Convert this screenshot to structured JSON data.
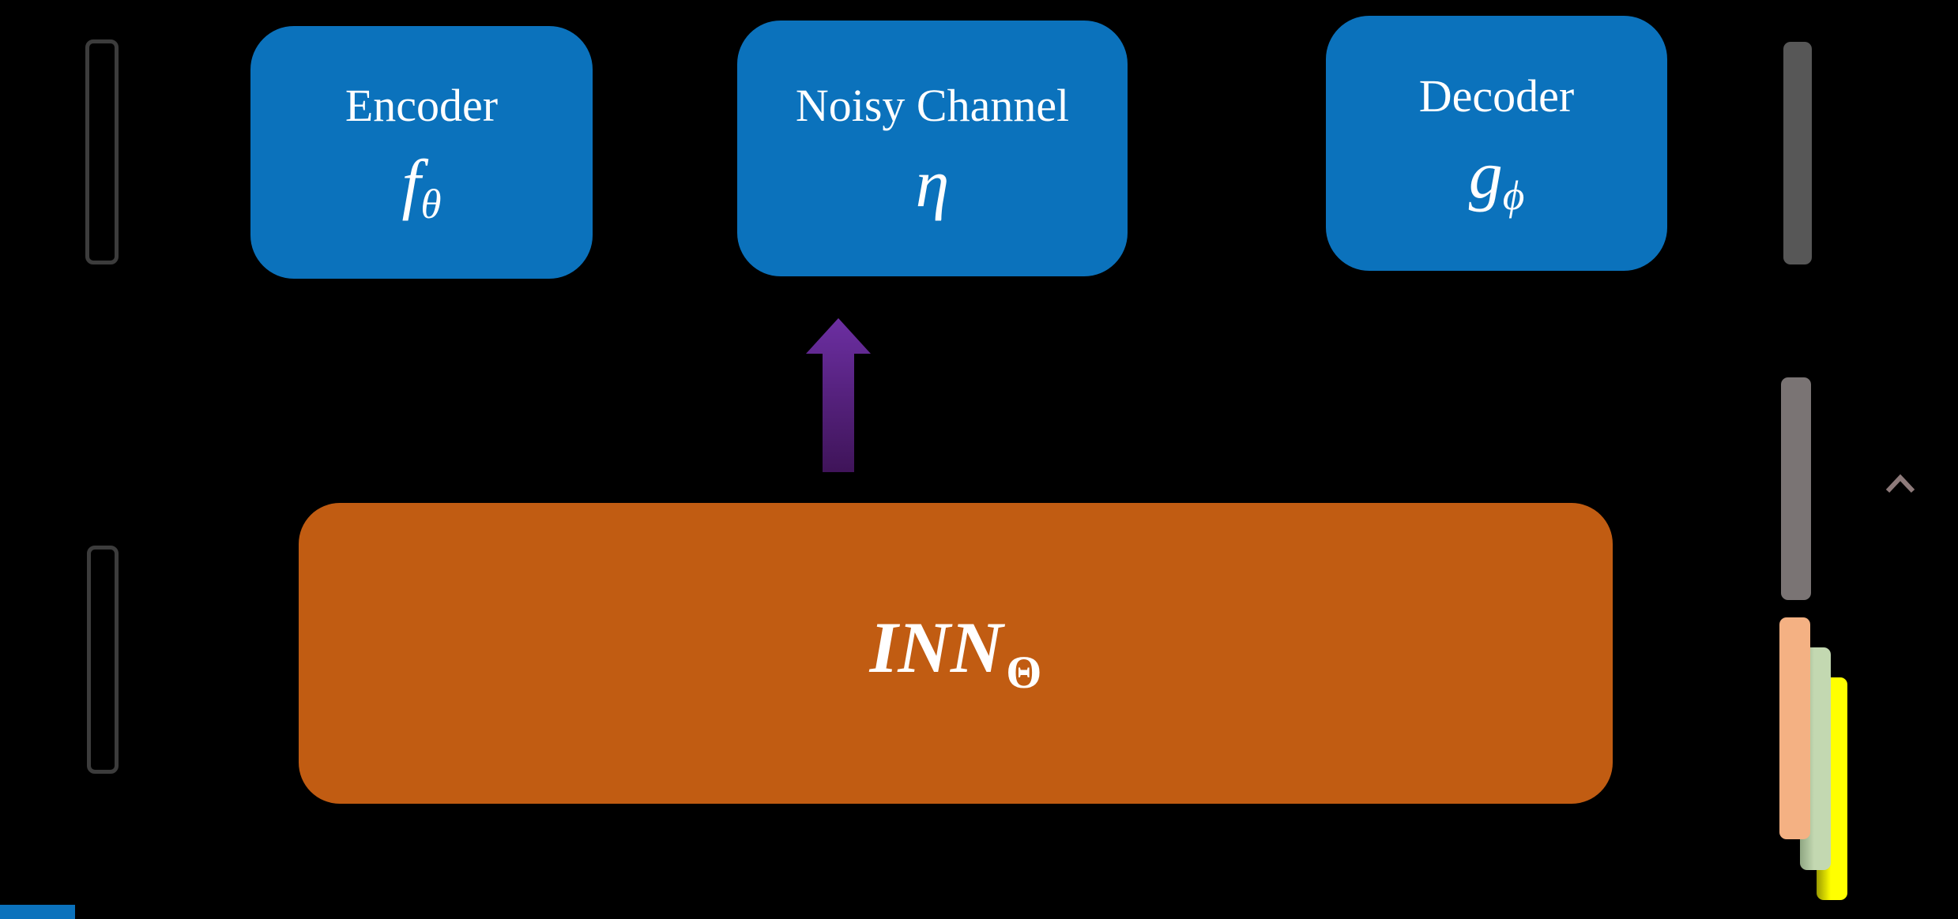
{
  "diagram": {
    "encoder": {
      "title": "Encoder",
      "symbol": "f",
      "subscript": "θ"
    },
    "noisy_channel": {
      "title": "Noisy Channel",
      "symbol": "η"
    },
    "decoder": {
      "title": "Decoder",
      "symbol": "g",
      "subscript": "ϕ"
    },
    "inn": {
      "symbol": "INN",
      "subscript": "Θ"
    }
  },
  "icons": {
    "chevron_up": "chevron-up-icon"
  },
  "colors": {
    "canvas_bg": "#000000",
    "box_blue": "#0B72BC",
    "box_orange": "#C15C12",
    "arrow_purple_top": "#6C2FA2",
    "arrow_purple_bottom": "#3F1459",
    "outline_gray": "#3C3C3C",
    "bar_dark_gray": "#575757",
    "bar_gray": "#7A7474",
    "bar_peach": "#F4B183",
    "bar_green": "#C3D8B1",
    "bar_green_shadow": "#8FA682",
    "bar_yellow": "#FFFF00",
    "bar_yellow_shadow": "#9A9A00",
    "chevron_gray": "#8D7A7A",
    "text_white": "#FFFFFF"
  }
}
